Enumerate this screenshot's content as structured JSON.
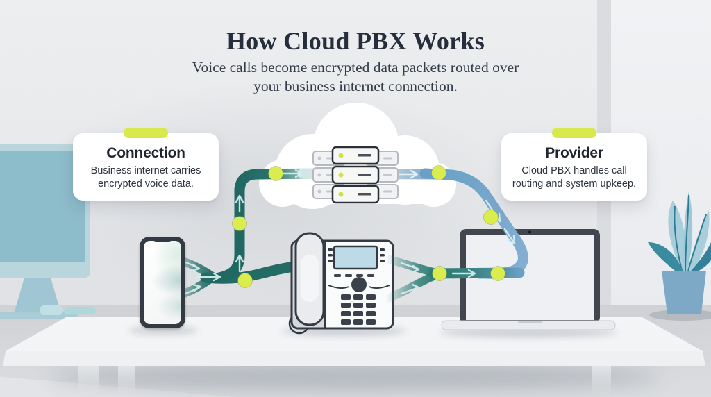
{
  "header": {
    "title": "How Cloud PBX Works",
    "subtitle_line1": "Voice calls become encrypted data packets routed over",
    "subtitle_line2": "your business internet connection."
  },
  "cards": {
    "connection": {
      "title": "Connection",
      "body_line1": "Business internet carries",
      "body_line2": "encrypted voice data."
    },
    "provider": {
      "title": "Provider",
      "body_line1": "Cloud PBX handles call",
      "body_line2": "routing and system upkeep."
    }
  },
  "diagram": {
    "devices": [
      "smartphone",
      "desk-phone",
      "laptop",
      "cloud-servers",
      "desktop-monitor",
      "potted-plant",
      "desk"
    ],
    "packet_count": 7,
    "flow": "smartphone and desk phone route encrypted packets up through the cloud PBX servers and down to the laptop",
    "colors": {
      "pipe_teal": "#236b65",
      "pipe_blue": "#7aa9cc",
      "packet_lime": "#dbec4f",
      "accent_lime": "#d7e94b",
      "card_bg": "#ffffff",
      "title_text": "#262e3b"
    }
  }
}
